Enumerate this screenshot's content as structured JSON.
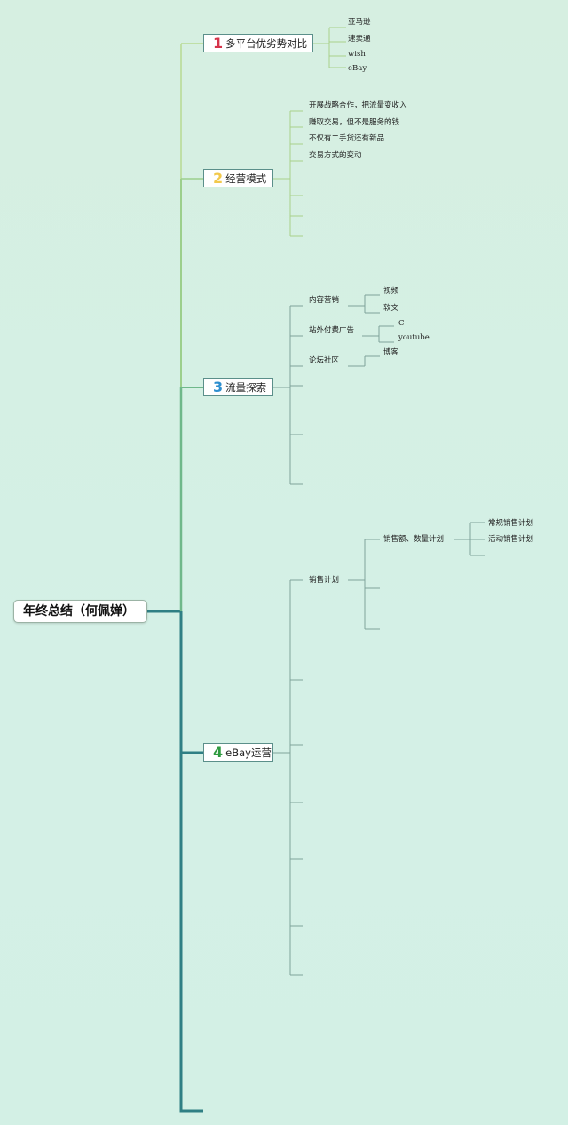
{
  "root": {
    "title": "年终总结（何佩婵）"
  },
  "branches": [
    {
      "number": "1",
      "number_color": "#d6334a",
      "label": "多平台优劣势对比",
      "children": [
        "亚马逊",
        "速卖通",
        "wish",
        "eBay"
      ]
    },
    {
      "number": "2",
      "number_color": "#f2c94c",
      "label": "经营模式",
      "children": [
        "开展战略合作，把流量变收入",
        "赚取交易，但不是服务的钱",
        "不仅有二手货还有新品",
        "交易方式的变动"
      ]
    },
    {
      "number": "3",
      "number_color": "#2e8fcf",
      "label": "流量探索",
      "children": [
        {
          "label": "内容营销",
          "children": [
            "视频",
            "软文"
          ]
        },
        {
          "label": "站外付费广告",
          "children": [
            "C",
            "youtube"
          ]
        },
        {
          "label": "论坛社区",
          "children": [
            "博客"
          ]
        }
      ]
    },
    {
      "number": "4",
      "number_color": "#2e9a3f",
      "label": "eBay运营",
      "children": [
        {
          "label": "销售计划",
          "children": [
            {
              "label": "销售额、数量计划",
              "children": [
                "常规销售计划",
                "活动销售计划"
              ]
            }
          ]
        }
      ]
    }
  ],
  "colors": {
    "trunk": "#2f7f84",
    "line_light": "#a9d08a",
    "line_mid": "#6fb88a",
    "line_sub": "#7fa39a"
  }
}
